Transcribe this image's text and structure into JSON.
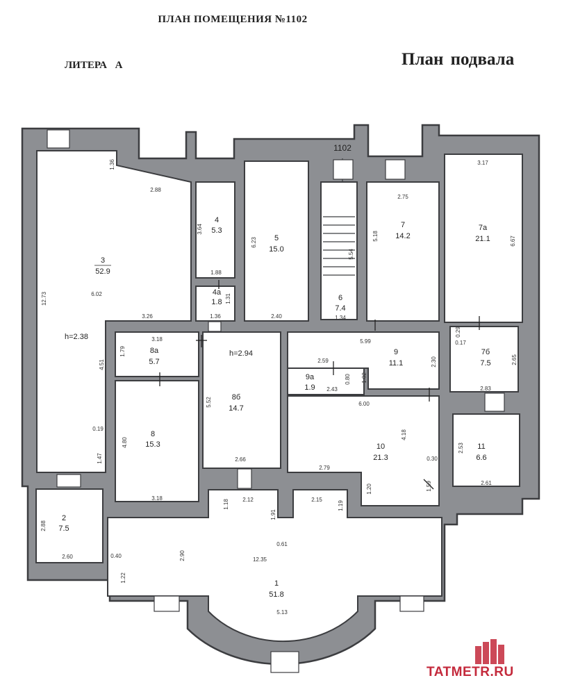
{
  "header": {
    "title": "ПЛАН ПОМЕЩЕНИЯ №1102",
    "litera": "ЛИТЕРА   А",
    "subtitle": "План подвала"
  },
  "plan": {
    "premises_number": "1102",
    "rooms": [
      {
        "num": "3",
        "area": "52.9"
      },
      {
        "num": "4",
        "area": "5.3"
      },
      {
        "num": "4а",
        "area": "1.8"
      },
      {
        "num": "5",
        "area": "15.0"
      },
      {
        "num": "6",
        "area": "7.4"
      },
      {
        "num": "7",
        "area": "14.2"
      },
      {
        "num": "7а",
        "area": "21.1"
      },
      {
        "num": "8а",
        "area": "5.7"
      },
      {
        "num": "8б",
        "area": "14.7"
      },
      {
        "num": "9",
        "area": "11.1"
      },
      {
        "num": "9а",
        "area": "1.9"
      },
      {
        "num": "7б",
        "area": "7.5"
      },
      {
        "num": "8",
        "area": "15.3"
      },
      {
        "num": "10",
        "area": "21.3"
      },
      {
        "num": "11",
        "area": "6.6"
      },
      {
        "num": "2",
        "area": "7.5"
      },
      {
        "num": "1",
        "area": "51.8"
      }
    ],
    "heights": [
      "h=2.38",
      "h=2.94"
    ],
    "dimensions": [
      "1.36",
      "2.88",
      "12.73",
      "6.02",
      "3.26",
      "1.36",
      "3.64",
      "1.88",
      "1.31",
      "6.23",
      "2.40",
      "5.54",
      "1.34",
      "2.75",
      "5.18",
      "3.17",
      "6.67",
      "0.29",
      "0.17",
      "2.65",
      "3.18",
      "1.79",
      "4.51",
      "5.52",
      "5.99",
      "2.30",
      "2.59",
      "1.02",
      "0.80",
      "2.43",
      "6.00",
      "2.83",
      "4.80",
      "0.19",
      "1.47",
      "2.66",
      "4.18",
      "0.30",
      "2.53",
      "2.79",
      "1.20",
      "1.59",
      "2.61",
      "3.18",
      "2.88",
      "2.60",
      "1.18",
      "2.12",
      "1.91",
      "2.15",
      "1.19",
      "0.61",
      "2.90",
      "0.40",
      "12.35",
      "1.22",
      "5.13"
    ]
  },
  "watermark": {
    "text": "TATMETR.RU",
    "color": "#c42a3c"
  }
}
